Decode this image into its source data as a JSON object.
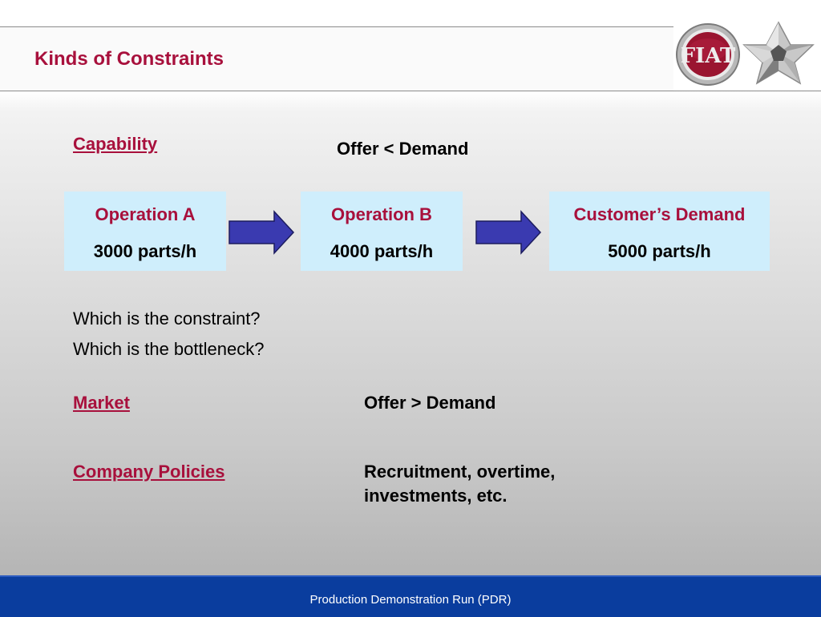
{
  "header": {
    "title": "Kinds of Constraints"
  },
  "logos": {
    "fiat_text": "FIAT"
  },
  "capability": {
    "label": "Capability",
    "condition": "Offer < Demand",
    "boxes": [
      {
        "title": "Operation A",
        "value": "3000 parts/h"
      },
      {
        "title": "Operation B",
        "value": "4000 parts/h"
      },
      {
        "title": "Customer’s Demand",
        "value": "5000 parts/h"
      }
    ]
  },
  "questions": [
    "Which is the constraint?",
    "Which is the bottleneck?"
  ],
  "market": {
    "label": "Market",
    "condition": "Offer > Demand"
  },
  "policies": {
    "label": "Company Policies",
    "line1": "Recruitment, overtime,",
    "line2": "investments, etc."
  },
  "footer": {
    "text": "Production Demonstration Run (PDR)"
  },
  "colors": {
    "accent": "#a8103c",
    "box_fill": "#cfeefc",
    "arrow_fill": "#3a3ab0",
    "footer": "#0a3d9e"
  }
}
